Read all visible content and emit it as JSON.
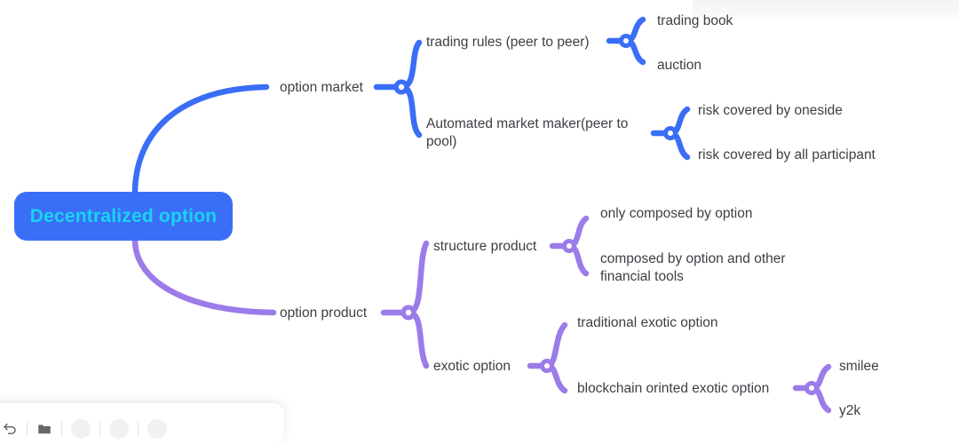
{
  "app": {
    "canvas_background": "#ffffff"
  },
  "palette": {
    "branch_blue": "#3b6ef6",
    "branch_purple": "#9b7ce8",
    "root_fill": "#3b6ef6",
    "root_text": "#17d5f2",
    "label_text": "#3d3f45",
    "node_ring_center": "#ffffff"
  },
  "mindmap": {
    "root": {
      "label": "Decentralized option",
      "color": "#3b6ef6",
      "text_color": "#17d5f2"
    },
    "branches": [
      {
        "label": "option market",
        "color": "#3b6ef6",
        "children": [
          {
            "label": "trading rules (peer to peer)",
            "children": [
              {
                "label": "trading book"
              },
              {
                "label": "auction"
              }
            ]
          },
          {
            "label": "Automated market maker(peer to pool)",
            "children": [
              {
                "label": "risk covered by oneside"
              },
              {
                "label": "risk covered by all participant"
              }
            ]
          }
        ]
      },
      {
        "label": "option product",
        "color": "#9b7ce8",
        "children": [
          {
            "label": "structure product",
            "children": [
              {
                "label": "only composed by option"
              },
              {
                "label": "composed by option and other financial tools"
              }
            ]
          },
          {
            "label": "exotic option",
            "children": [
              {
                "label": "traditional exotic option"
              },
              {
                "label": "blockchain orinted exotic option",
                "children": [
                  {
                    "label": "smilee"
                  },
                  {
                    "label": "y2k"
                  }
                ]
              }
            ]
          }
        ]
      }
    ]
  },
  "toolbar": {
    "items": [
      {
        "name": "undo-icon"
      },
      {
        "name": "separator"
      },
      {
        "name": "folder-icon"
      },
      {
        "name": "separator"
      },
      {
        "name": "shape-icon"
      },
      {
        "name": "separator"
      },
      {
        "name": "text-icon"
      },
      {
        "name": "separator"
      },
      {
        "name": "more-icon"
      }
    ]
  }
}
